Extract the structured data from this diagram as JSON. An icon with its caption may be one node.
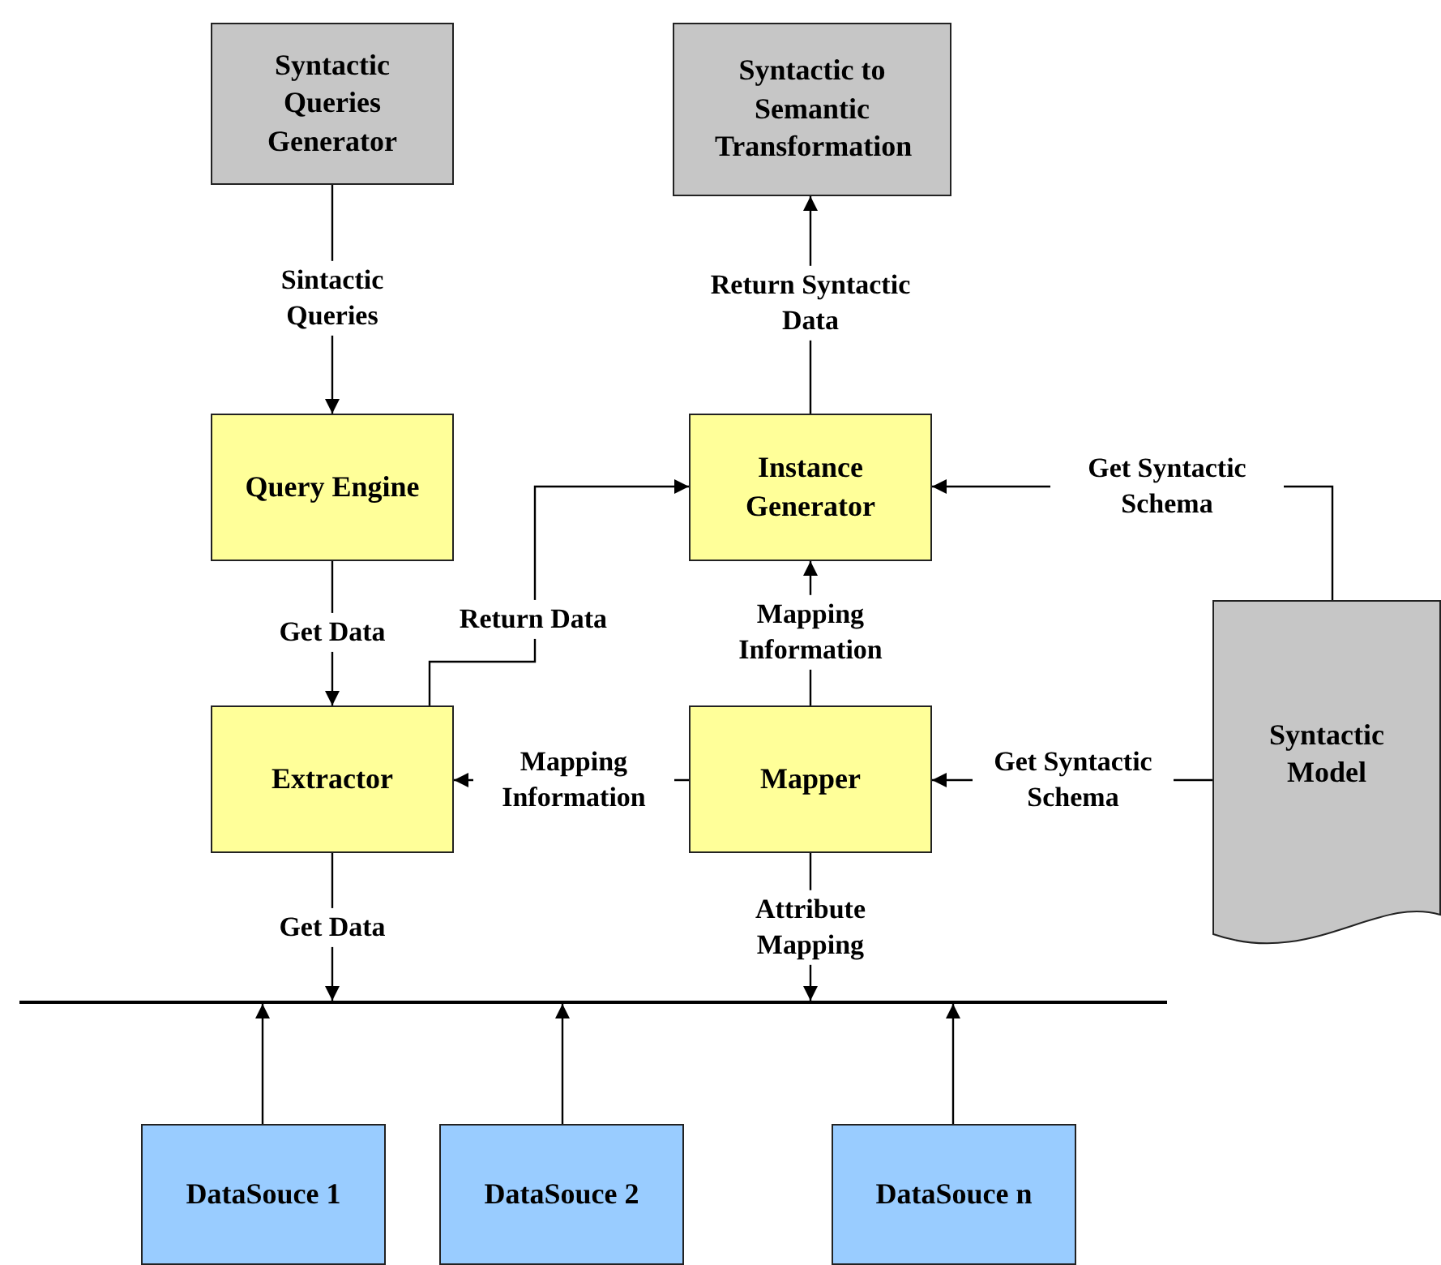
{
  "diagram": {
    "nodes": [
      {
        "text": [
          "Syntactic Queries Generator"
        ]
      },
      {
        "text": [
          "Syntactic to Semantic Transformation"
        ]
      },
      {
        "text": [
          "Query Engine"
        ]
      },
      {
        "text": [
          "Instance Generator"
        ]
      },
      {
        "text": [
          "Extractor"
        ]
      },
      {
        "text": [
          "Mapper"
        ]
      },
      {
        "text": [
          "Syntactic Model"
        ]
      },
      {
        "text": [],
        "shape": "bar"
      },
      {
        "text": [
          "DataSouce 1"
        ]
      },
      {
        "text": [
          "DataSouce 2"
        ]
      },
      {
        "text": [
          "DataSouce n"
        ]
      }
    ],
    "edges": [
      {
        "from": 0,
        "to": 2,
        "arrow": "to",
        "label": "Sintactic Queries"
      },
      {
        "from": 2,
        "to": 4,
        "arrow": "to",
        "label": "Get Data"
      },
      {
        "from": 4,
        "to": 3,
        "arrow": "to",
        "label": "Return Data"
      },
      {
        "from": 3,
        "to": 1,
        "arrow": "to",
        "label": "Return Syntactic Data"
      },
      {
        "from": 6,
        "to": 3,
        "arrow": "to",
        "label": "Get Syntactic Schema"
      },
      {
        "from": 5,
        "to": 3,
        "arrow": "to",
        "label": "Mapping Information"
      },
      {
        "from": 5,
        "to": 4,
        "arrow": "to",
        "label": "Mapping Information"
      },
      {
        "from": 6,
        "to": 5,
        "arrow": "to",
        "label": "Get Syntactic Schema"
      },
      {
        "from": 4,
        "to": 7,
        "arrow": "to",
        "label": "Get Data"
      },
      {
        "from": 5,
        "to": 7,
        "arrow": "to",
        "label": "Attribute Mapping"
      },
      {
        "from": 8,
        "to": 7,
        "arrow": "to"
      },
      {
        "from": 9,
        "to": 7,
        "arrow": "to"
      },
      {
        "from": 10,
        "to": 7,
        "arrow": "to"
      }
    ]
  }
}
